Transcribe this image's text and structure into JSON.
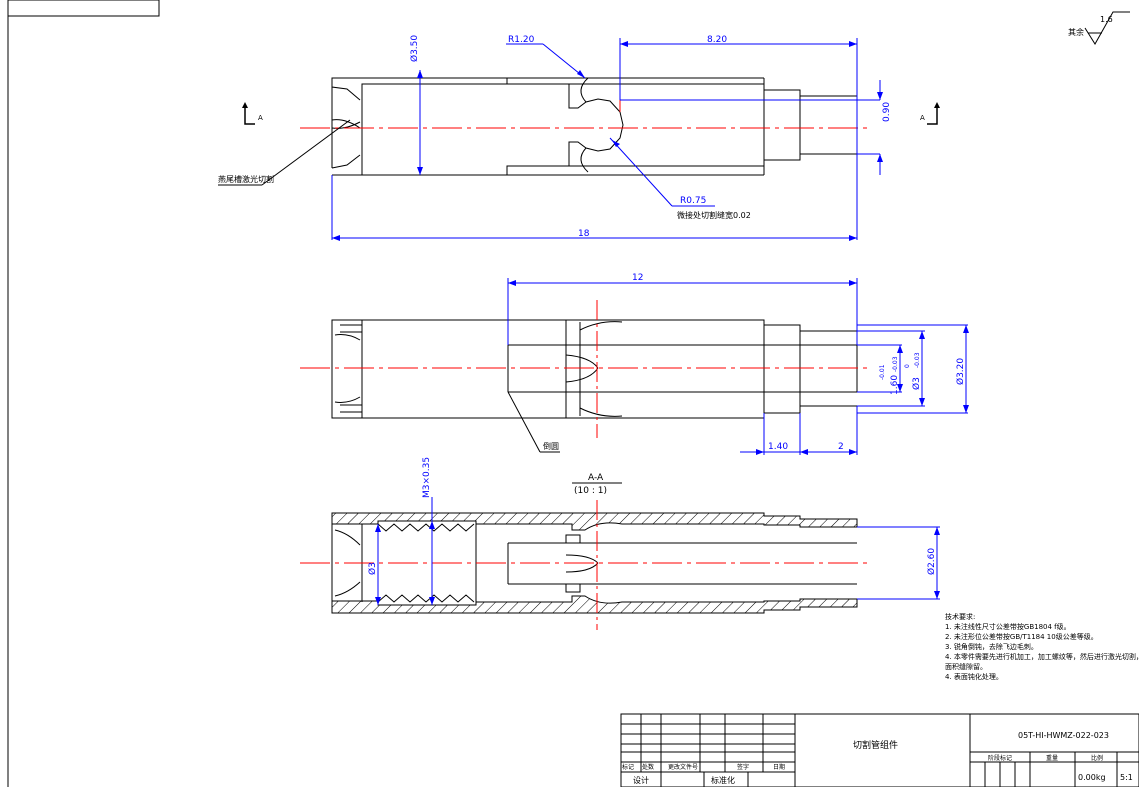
{
  "drawing": {
    "surface_roughness": {
      "value": "1.6",
      "label": "其余"
    },
    "top_view": {
      "section_marker_left": "A",
      "section_marker_right": "A",
      "dim_dia_350": "Ø3.50",
      "dim_r120": "R1.20",
      "dim_820": "8.20",
      "dim_090": "0.90",
      "dim_18": "18",
      "dim_r075": "R0.75",
      "note_cut_gap": "微接处切割缝宽0.02",
      "note_dovetail": "燕尾槽激光切割"
    },
    "middle_view": {
      "dim_12": "12",
      "dim_160": "1.60",
      "tol_160_upper": "-0.01",
      "tol_160_lower": "-0.03",
      "dim_dia_3": "Ø3",
      "tol_dia3_upper": "0",
      "tol_dia3_lower": "-0.03",
      "dim_dia_320": "Ø3.20",
      "dim_140": "1.40",
      "dim_2": "2",
      "note_chamfer": "倒圆"
    },
    "section_view": {
      "title_name": "A-A",
      "title_scale": "(10 : 1)",
      "dim_thread": "M3×0.35",
      "dim_dia3": "Ø3",
      "dim_dia260": "Ø2.60"
    },
    "tech_requirements": {
      "title": "技术要求:",
      "items": [
        "1. 未注线性尺寸公差带按GB1804 f级。",
        "2. 未注形位公差带按GB/T1184 10级公差等级。",
        "3. 锐角倒钝，去除飞边毛刺。",
        "4. 本零件需要先进行机加工，加工螺纹等，然后进行激光切割，切割",
        "面积缝隙留。",
        "4. 表面钝化处理。"
      ]
    },
    "title_block": {
      "part_name": "切割管组件",
      "drawing_no": "05T-HI-HWMZ-022-023",
      "h_mark": "标记",
      "h_count": "处数",
      "h_doc": "更改文件号",
      "h_sign": "签字",
      "h_date": "日期",
      "h_design": "设计",
      "h_standard": "标准化",
      "h_stage": "阶段标记",
      "h_weight": "重量",
      "h_scale": "比例",
      "weight": "0.00kg",
      "scale": "5:1"
    }
  }
}
